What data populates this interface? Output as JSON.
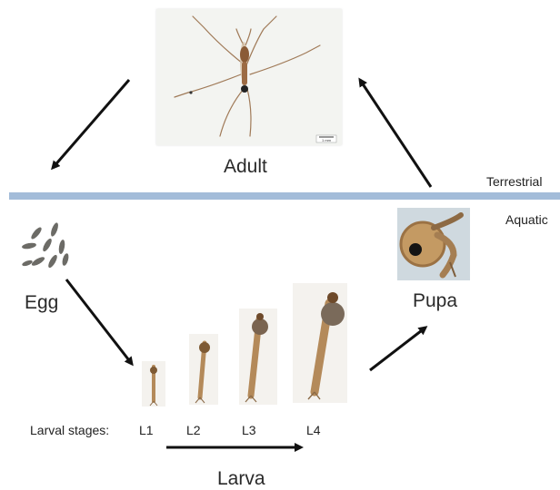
{
  "stages": {
    "adult_label": "Adult",
    "egg_label": "Egg",
    "pupa_label": "Pupa",
    "larva_label": "Larva"
  },
  "habitats": {
    "terrestrial": "Terrestrial",
    "aquatic": "Aquatic"
  },
  "larval_stages": {
    "prefix": "Larval stages:",
    "items": [
      "L1",
      "L2",
      "L3",
      "L4"
    ]
  },
  "scale_bar": "1 mm",
  "colors": {
    "divider": "#a3bcd9",
    "arrow": "#111111",
    "body_tan": "#b48a5a"
  }
}
